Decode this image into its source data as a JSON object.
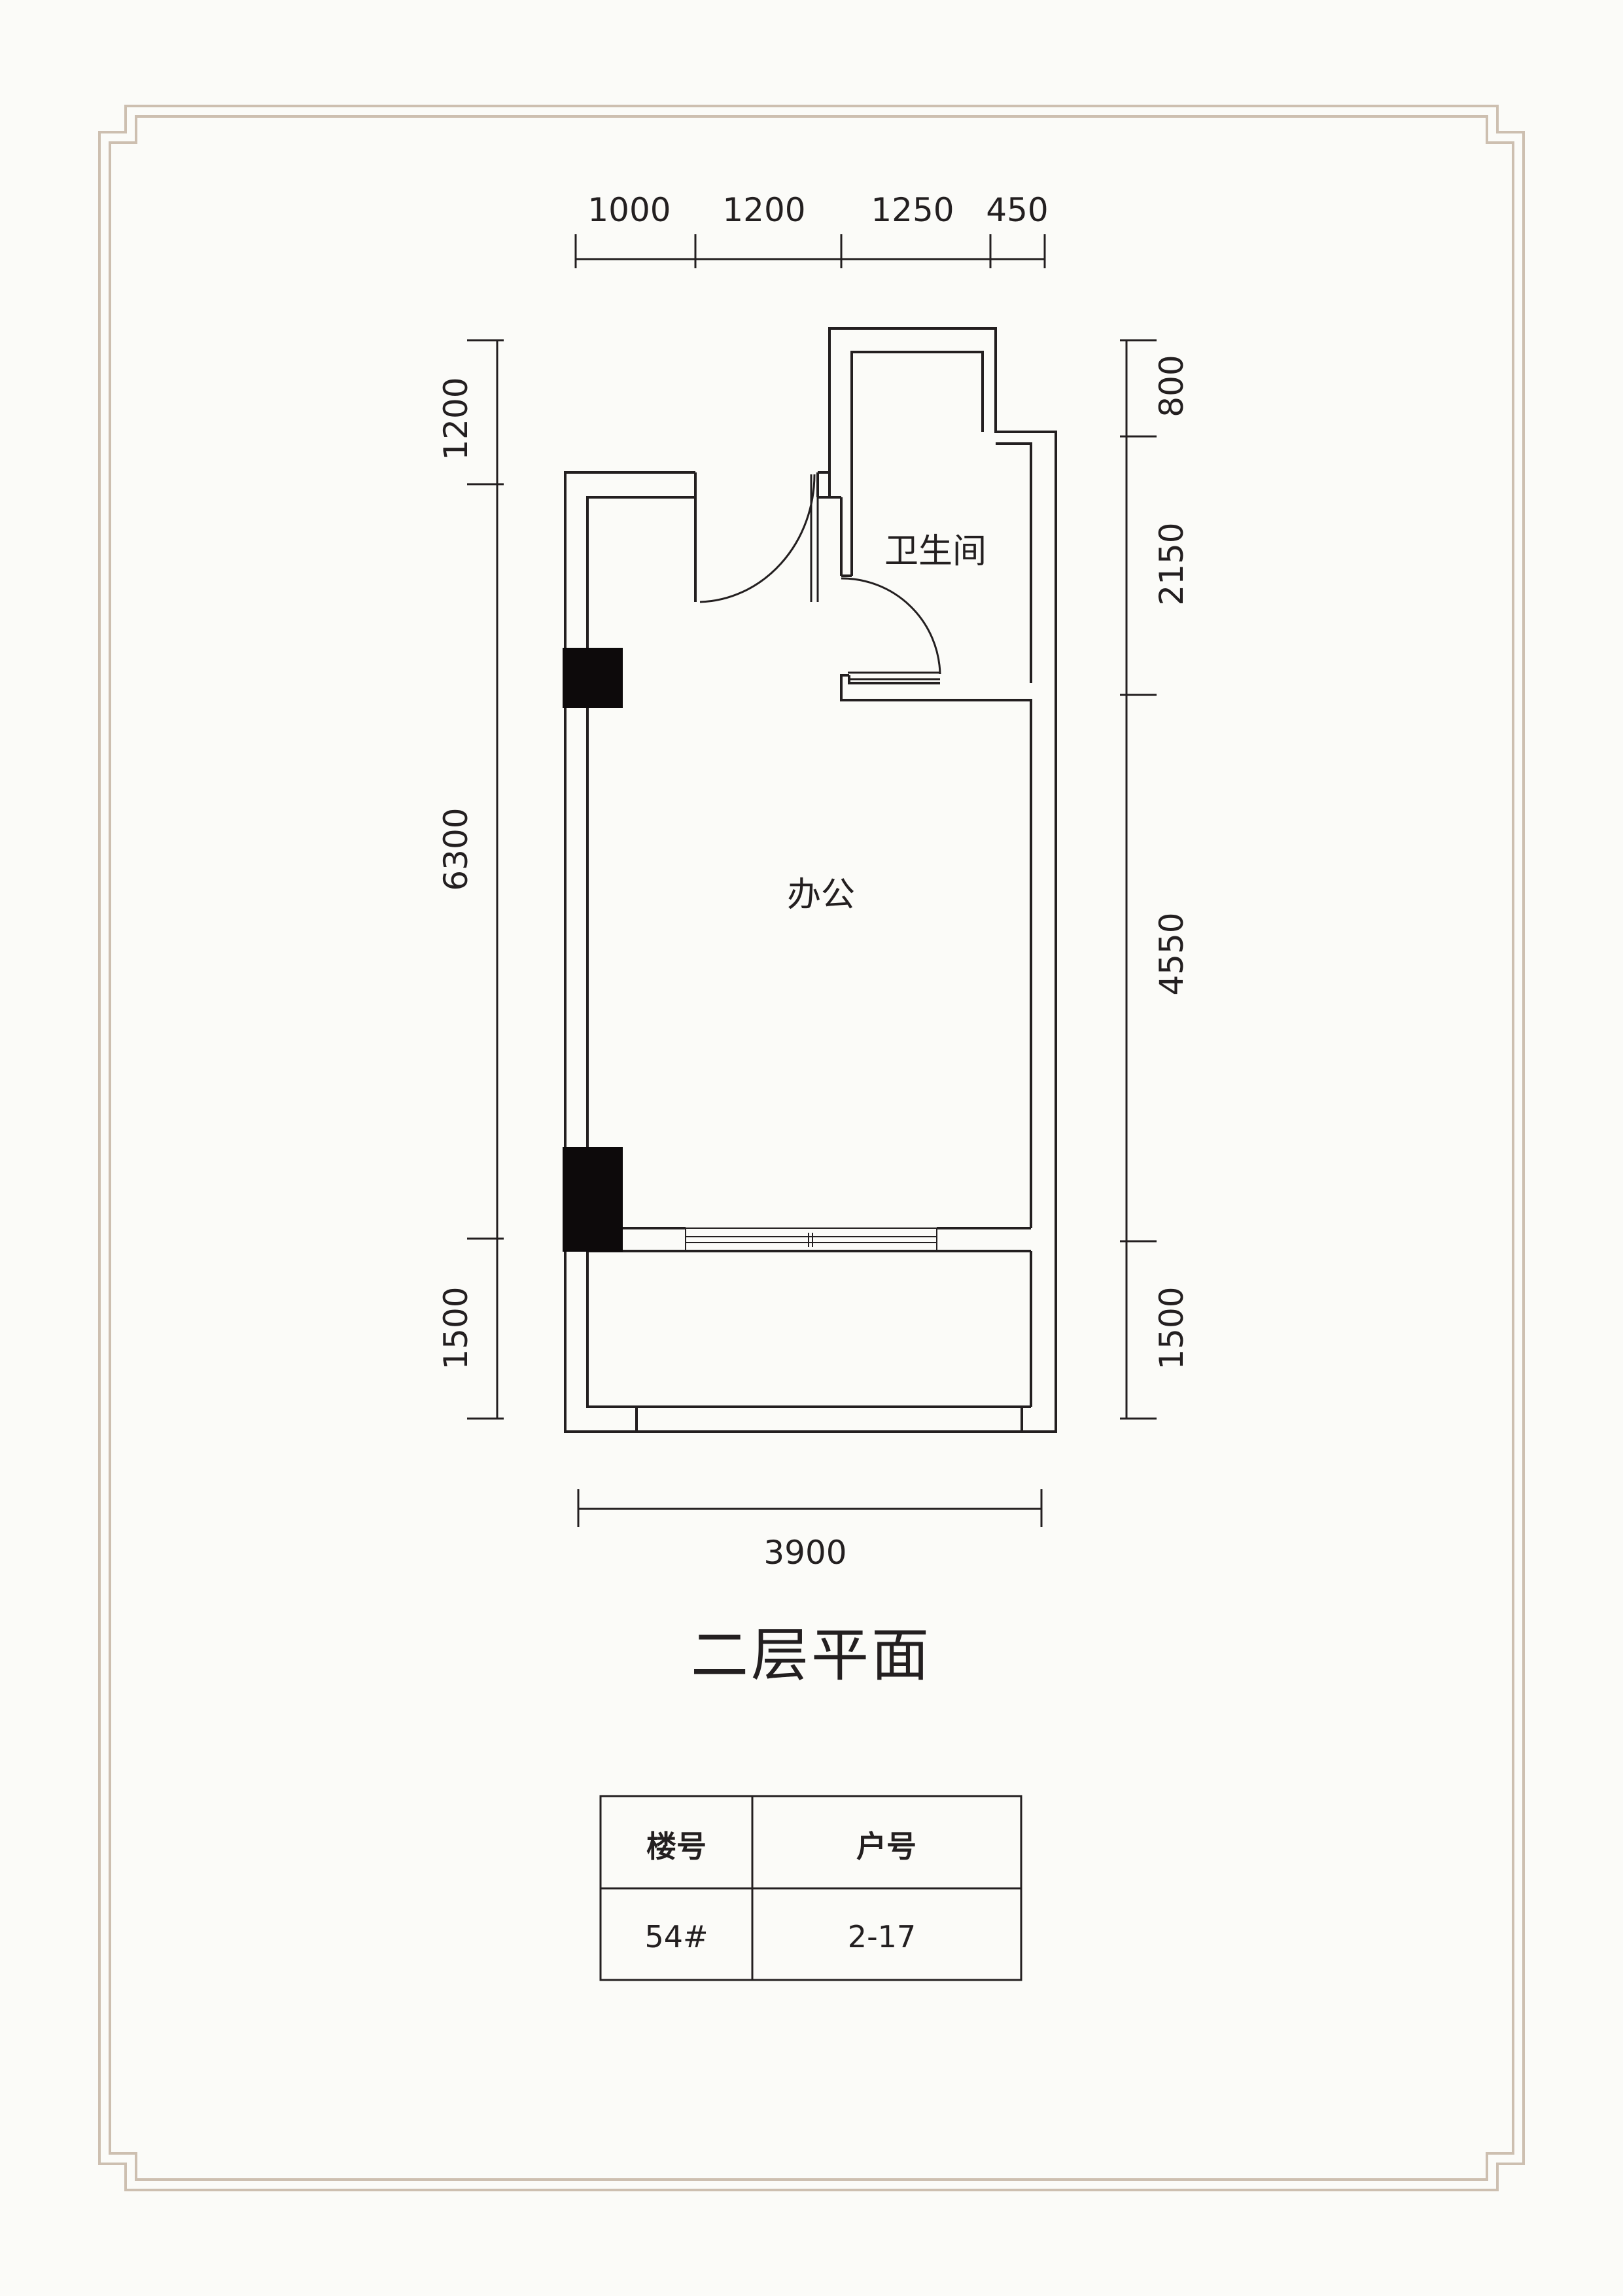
{
  "dimensions": {
    "top": [
      "1000",
      "1200",
      "1250",
      "450"
    ],
    "left": [
      "1200",
      "6300",
      "1500"
    ],
    "right": [
      "800",
      "2150",
      "4550",
      "1500"
    ],
    "bottom": "3900"
  },
  "rooms": {
    "bathroom": "卫生间",
    "office": "办公"
  },
  "title": "二层平面",
  "info_table": {
    "headers": [
      "楼号",
      "户号"
    ],
    "values": [
      "54#",
      "2-17"
    ]
  },
  "colors": {
    "background": "#fbfbf8",
    "frame": "#cdbfb0",
    "line": "#231f20"
  }
}
